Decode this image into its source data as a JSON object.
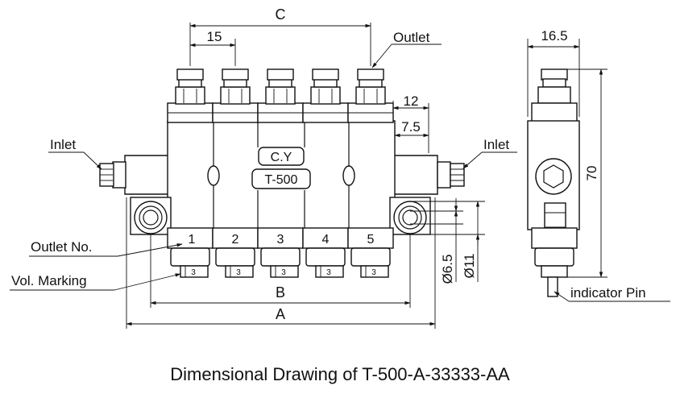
{
  "dimensions": {
    "c": "C",
    "pitch": "15",
    "twelve": "12",
    "seven_five": "7.5",
    "b": "B",
    "a": "A",
    "d65": "Ø6.5",
    "d11": "Ø11",
    "side_width": "16.5",
    "height": "70"
  },
  "labels": {
    "outlet": "Outlet",
    "inlet_left": "Inlet",
    "inlet_right": "Inlet",
    "outlet_no": "Outlet No.",
    "vol_marking": "Vol. Marking",
    "indicator_pin": "indicator Pin"
  },
  "body_text": {
    "brand": "C.Y",
    "model": "T-500"
  },
  "outlet_numbers": [
    "1",
    "2",
    "3",
    "4",
    "5"
  ],
  "vol_marks": [
    "3",
    "3",
    "3",
    "3",
    "3"
  ],
  "caption": "Dimensional Drawing of T-500-A-33333-AA"
}
